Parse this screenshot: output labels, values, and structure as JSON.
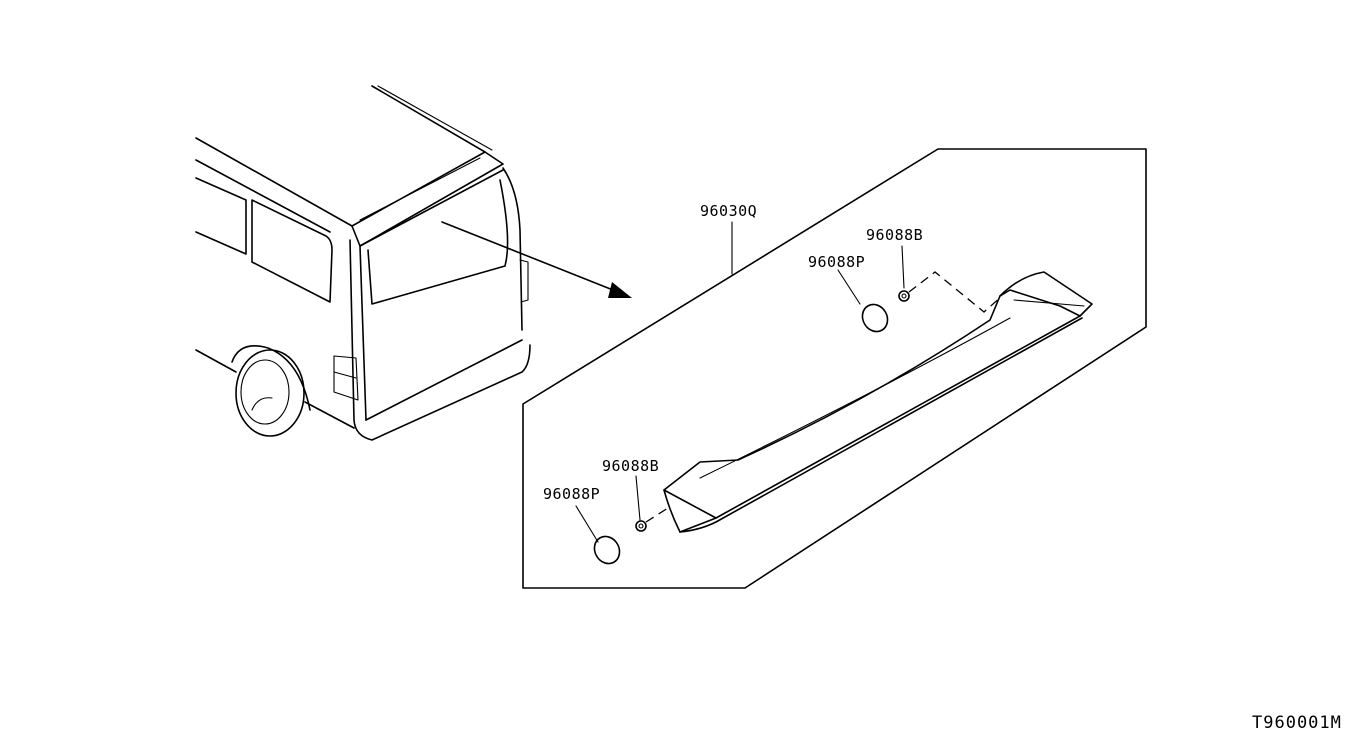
{
  "labels": {
    "spoiler_assembly": "96030Q",
    "cap_upper": "96088P",
    "clip_upper": "96088B",
    "cap_lower": "96088P",
    "clip_lower": "96088B"
  },
  "drawing_code": "T960001M",
  "colors": {
    "line": "#000000",
    "background": "#ffffff"
  }
}
